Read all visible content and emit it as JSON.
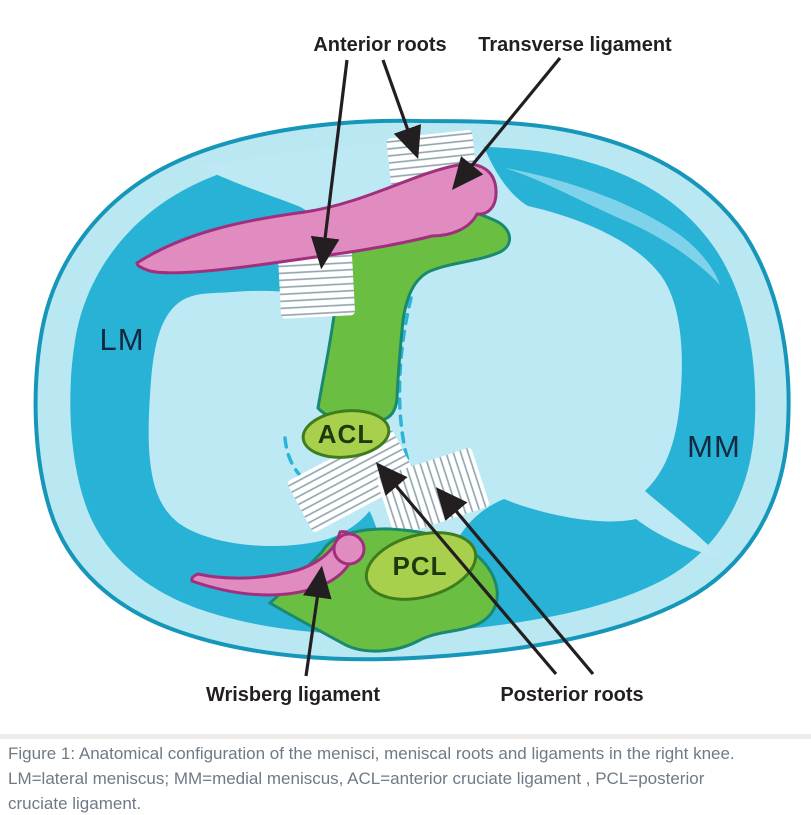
{
  "figure": {
    "labels": {
      "anterior_roots": "Anterior roots",
      "transverse_ligament": "Transverse ligament",
      "wrisberg_ligament": "Wrisberg ligament",
      "posterior_roots": "Posterior roots",
      "lateral_meniscus": "LM",
      "medial_meniscus": "MM",
      "acl": "ACL",
      "pcl": "PCL"
    },
    "caption_lines": [
      "Figure 1: Anatomical configuration of the menisci, meniscal roots and ligaments in the right knee.",
      "LM=lateral meniscus; MM=medial meniscus, ACL=anterior cruciate ligament , PCL=posterior",
      "cruciate ligament."
    ],
    "colors": {
      "capsule_rim": "#b9e7f2",
      "capsule_outline": "#1697ba",
      "meniscus_dark_cyan": "#27b2d6",
      "plateau_light_cyan": "#bce9f4",
      "accent_swoosh": "#7ed3ea",
      "ligament_green": "#6abf42",
      "green_outline": "#1a8a6e",
      "label_oval_green": "#a9d04c",
      "oval_outline": "#3f7d1c",
      "ligament_pink": "#e18cc0",
      "pink_outline": "#a0307e",
      "fiber_stripe_gray": "#8fa3ad",
      "arrow_black": "#231f20",
      "caption_gray": "#6e7a85"
    }
  }
}
